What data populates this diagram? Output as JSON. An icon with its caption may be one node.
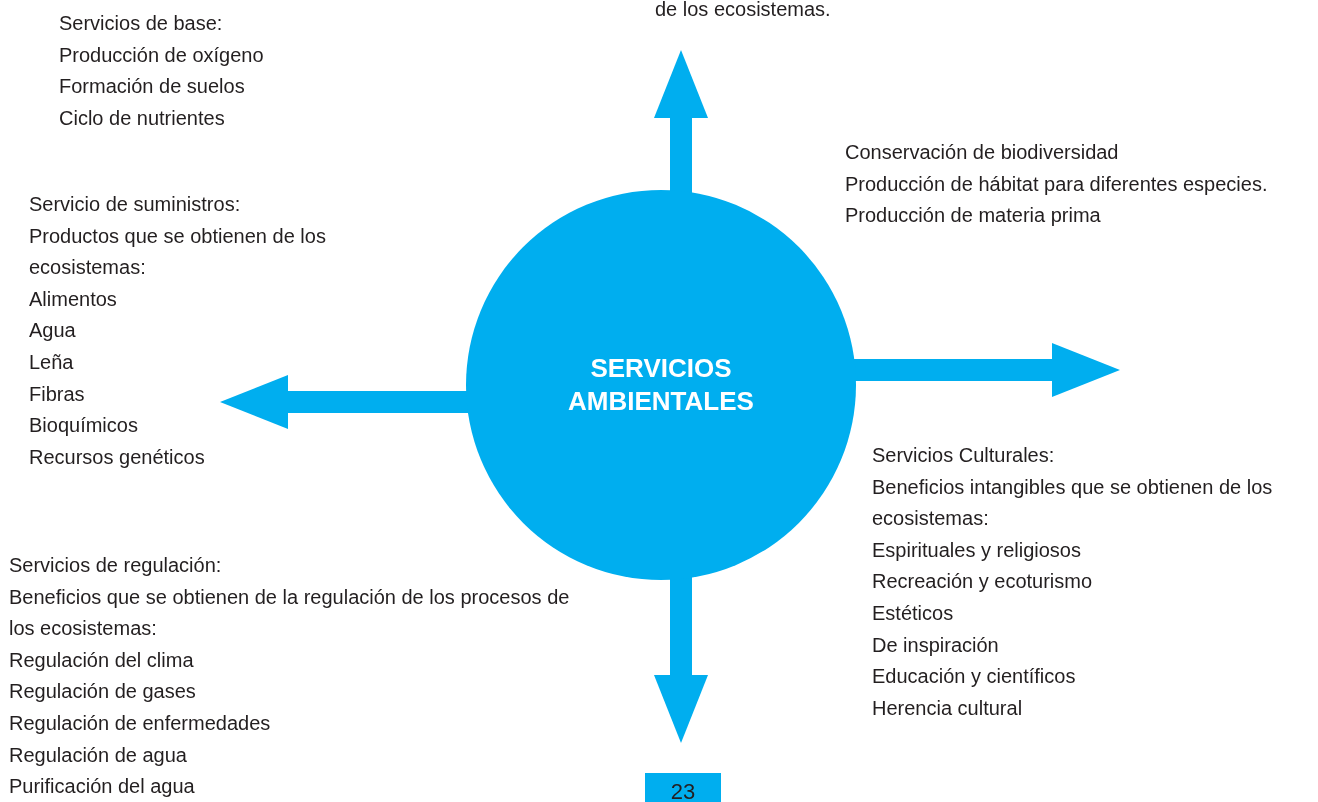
{
  "diagram": {
    "nodes": [
      {
        "text": [
          "SERVICIOS AMBIENTALES"
        ]
      },
      {
        "text": [
          "23"
        ]
      }
    ],
    "edges": [
      {
        "from": 0,
        "to": null,
        "arrow": "to"
      },
      {
        "from": 0,
        "to": null,
        "arrow": "to"
      },
      {
        "from": 0,
        "to": null,
        "arrow": "to"
      },
      {
        "from": 0,
        "to": 1,
        "arrow": "to"
      }
    ],
    "labels": [
      "de los ecosistemas.",
      "Servicios de base:",
      "Producción de oxígeno",
      "Formación de suelos",
      "Ciclo de nutrientes",
      "Conservación de biodiversidad",
      "Producción de hábitat para diferentes especies.",
      "Producción de materia prima",
      "Servicio de suministros:",
      "Productos que se obtienen de los ecosistemas:",
      "Alimentos",
      "Agua",
      "Leña",
      "Fibras",
      "Bioquímicos",
      "Recursos genéticos",
      "Servicios Culturales:",
      "Beneficios intangibles que se obtienen de los ecosistemas:",
      "Espirituales y religiosos",
      "Recreación y ecoturismo",
      "Estéticos",
      "De inspiración",
      "Educación y científicos",
      "Herencia cultural",
      "Servicios de regulación:",
      "Beneficios que se obtienen de la regulación de los procesos de los ecosistemas:",
      "Regulación del clima",
      "Regulación de gases",
      "Regulación de enfermedades",
      "Regulación de agua",
      "Purificación del agua"
    ]
  }
}
